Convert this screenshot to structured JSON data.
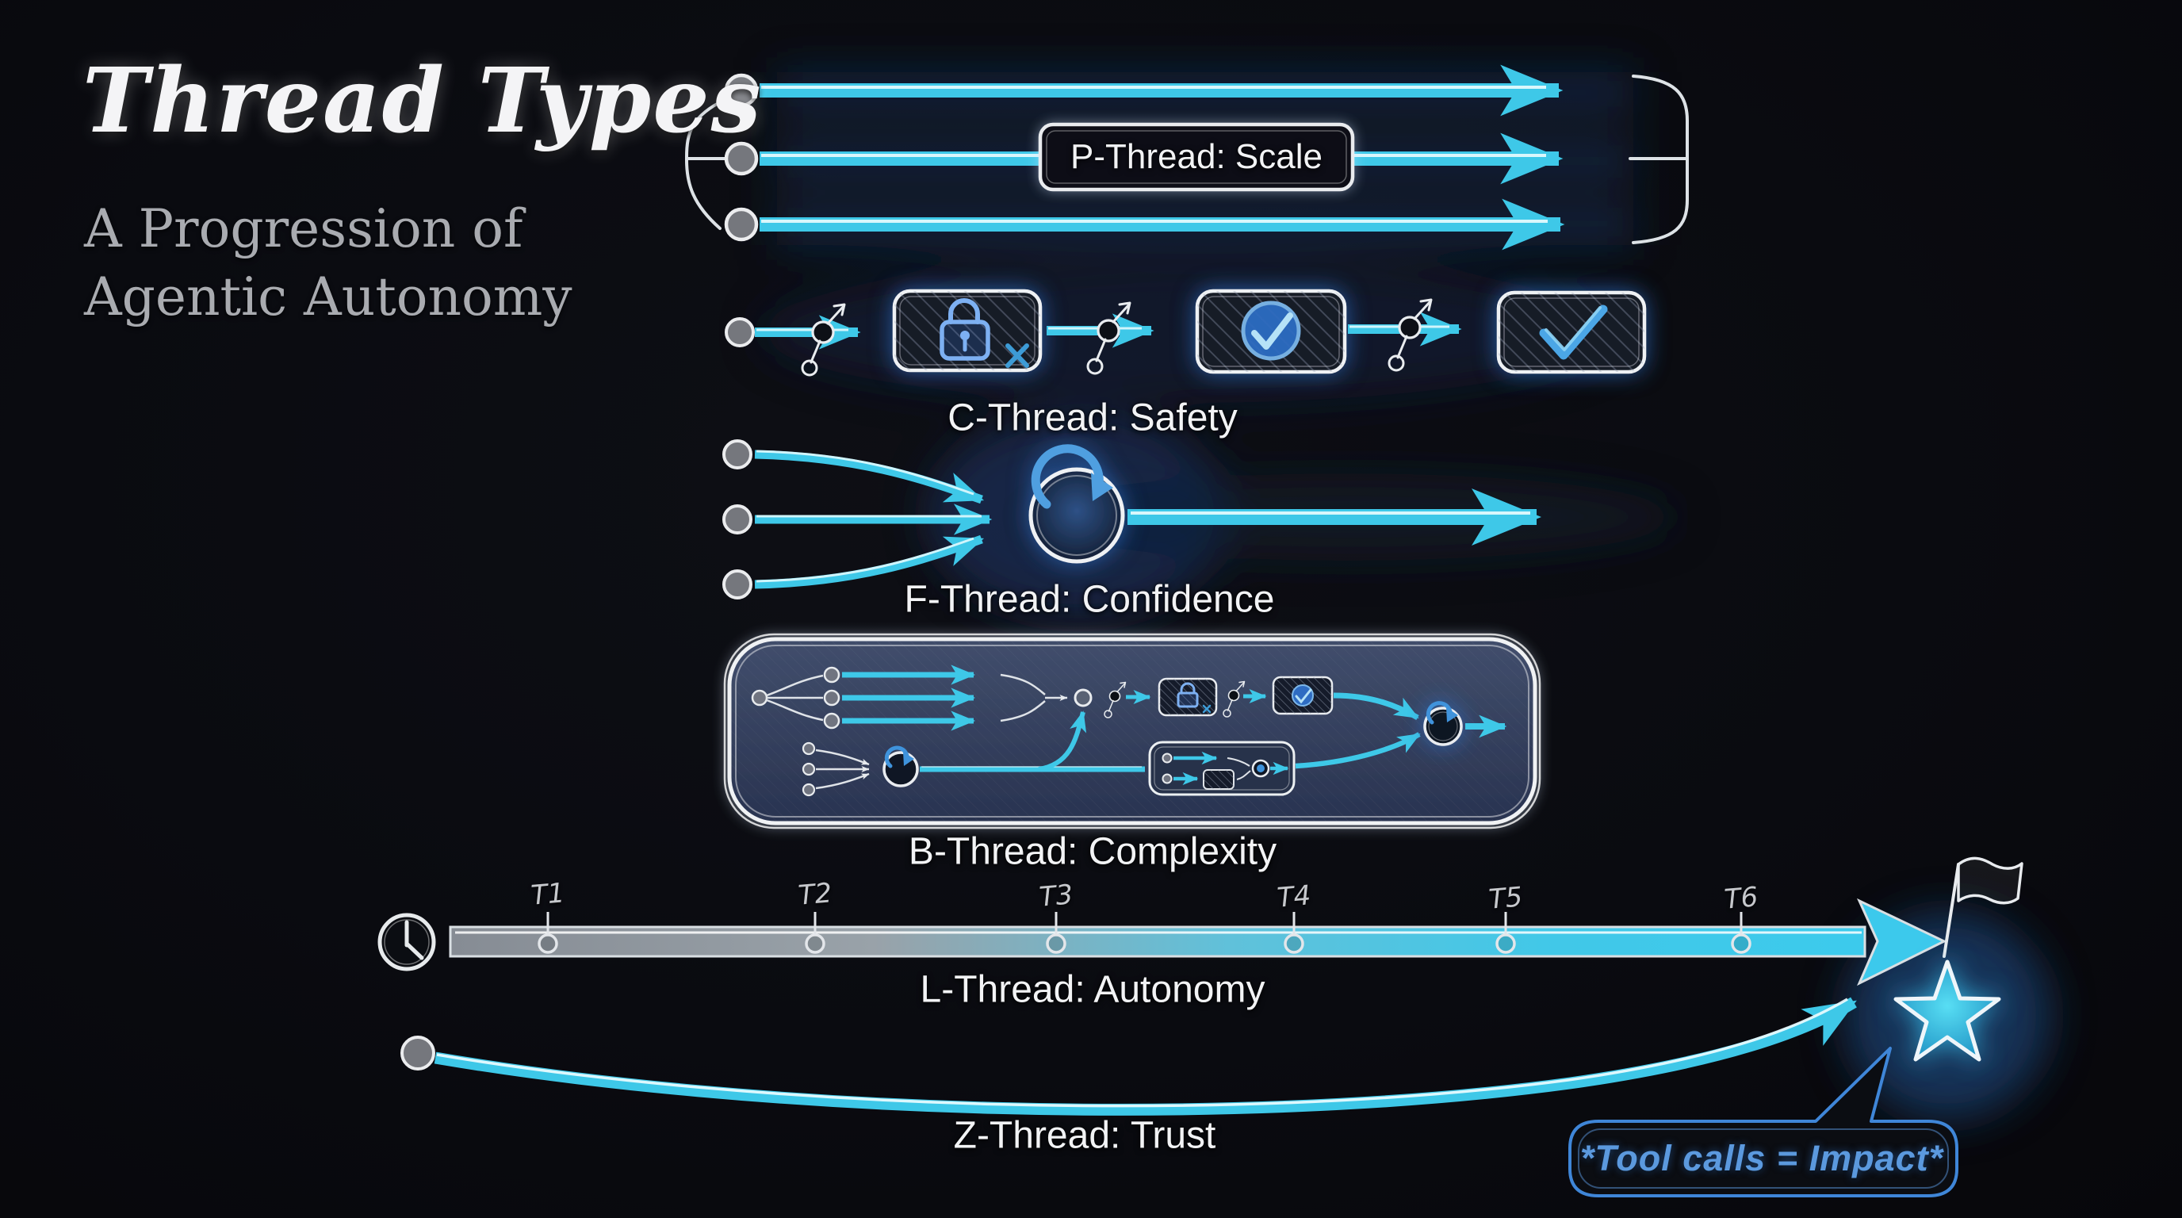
{
  "page": {
    "title": "Thread Types",
    "subtitle": [
      "A Progression of",
      "Agentic Autonomy"
    ]
  },
  "threads": {
    "p": {
      "label": "P-Thread: Scale"
    },
    "c": {
      "label": "C-Thread: Safety"
    },
    "f": {
      "label": "F-Thread: Confidence"
    },
    "b": {
      "label": "B-Thread: Complexity"
    },
    "l": {
      "label": "L-Thread: Autonomy",
      "ticks": [
        "T1",
        "T2",
        "T3",
        "T4",
        "T5",
        "T6"
      ]
    },
    "z": {
      "label": "Z-Thread: Trust",
      "annotation": "*Tool calls = Impact*"
    }
  },
  "icons": {
    "clock": "clock-icon",
    "flag": "flag-icon",
    "star": "star-icon",
    "lock": "lock-icon",
    "x_mark": "x-icon",
    "check_circle": "check-circle-icon",
    "check": "check-icon",
    "refresh": "refresh-cycle-icon",
    "branch": "branch-decision-icon",
    "node": "thread-start-node"
  },
  "colors": {
    "background": "#0a0b10",
    "arrow_cyan": "#3ec8e8",
    "arrow_core": "#eafdff",
    "panel_slate": "#36425e",
    "hatch_box_fill": "#151b2a",
    "node_gray": "#75777d",
    "sketch_white": "#e9ecef",
    "accent_blue": "#4b8fd6",
    "bubble_blue": "#3f86d8",
    "text_white": "#f2f3f5",
    "text_gray": "#a9abb0"
  }
}
